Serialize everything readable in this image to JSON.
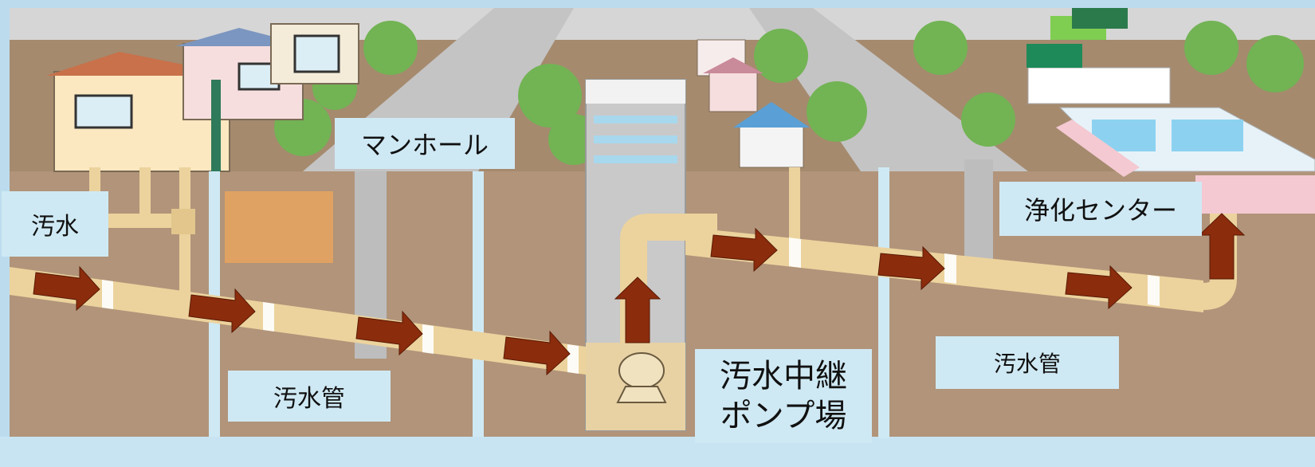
{
  "labels": {
    "sewage": "汚水",
    "manhole": "マンホール",
    "sewer_pipe_left": "汚水管",
    "pump_station_line1": "汚水中継",
    "pump_station_line2": "ポンプ場",
    "purification_center": "浄化センター",
    "sewer_pipe_right": "汚水管"
  },
  "colors": {
    "sky": "#bcdcee",
    "ground": "#b1947a",
    "road": "#c4c4c4",
    "pipe": "#ecd39d",
    "pipe_band": "#ffffff",
    "arrow": "#8b2c0d",
    "tree": "#72b354",
    "label_bg": "#cfe9f4"
  },
  "icons": [
    "flow-arrow-icon",
    "pump-icon",
    "house-icon",
    "tree-icon",
    "manhole-icon"
  ]
}
